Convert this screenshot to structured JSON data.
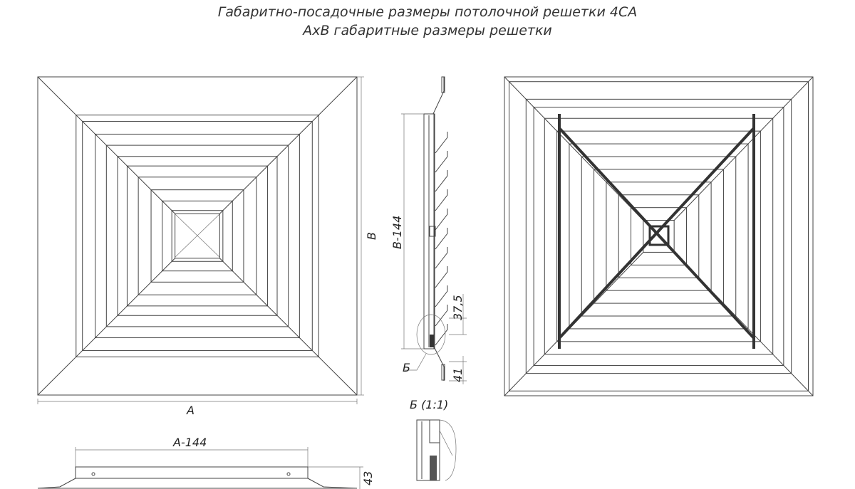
{
  "title": {
    "line1": "Габаритно-посадочные размеры потолочной решетки 4СА",
    "line2": "АхВ габаритные размеры решетки"
  },
  "front_view": {
    "width_label": "А",
    "height_label": "В"
  },
  "side_view": {
    "height_label": "В-144",
    "pitch_label": "37,5",
    "flange_label": "41",
    "detail_callout": "Б"
  },
  "detail_view": {
    "label": "Б (1:1)"
  },
  "bottom_view": {
    "width_label": "А-144",
    "depth_label": "43"
  }
}
